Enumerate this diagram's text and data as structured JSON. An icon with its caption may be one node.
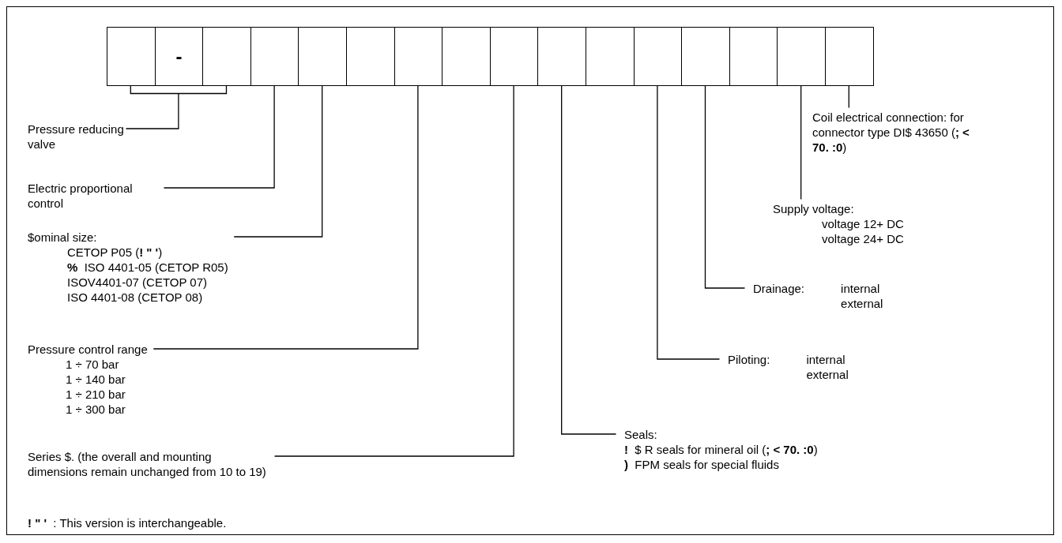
{
  "diagram": {
    "nodes": [
      {
        "text": [],
        "shape": "box"
      },
      {
        "text": [
          "-"
        ]
      },
      {
        "text": [],
        "shape": "box"
      },
      {
        "text": [],
        "shape": "box"
      },
      {
        "text": [],
        "shape": "box"
      },
      {
        "text": [],
        "shape": "box"
      },
      {
        "text": [],
        "shape": "box"
      },
      {
        "text": [],
        "shape": "box"
      },
      {
        "text": [],
        "shape": "box"
      },
      {
        "text": [],
        "shape": "box"
      },
      {
        "text": [],
        "shape": "box"
      },
      {
        "text": [],
        "shape": "box"
      },
      {
        "text": [],
        "shape": "box"
      },
      {
        "text": [],
        "shape": "box"
      },
      {
        "text": [],
        "shape": "box"
      },
      {
        "text": [],
        "shape": "box"
      },
      {
        "text": [
          "Pressure reducing valve"
        ]
      },
      {
        "text": [
          "Electric proportional control"
        ]
      },
      {
        "text": [
          "$ominal size:",
          "CETOP P05 (**! \" '**)",
          "**%**  ISO 4401-05 (CETOP R05)",
          "ISOV4401-07 (CETOP 07)",
          "ISO 4401-08 (CETOP 08)"
        ]
      },
      {
        "text": [
          "Pressure control range",
          "1 ÷ 70 bar",
          "1 ÷ 140 bar",
          "1 ÷ 210 bar",
          "1 ÷ 300 bar"
        ]
      },
      {
        "text": [
          "Series $. (the overall and mounting dimensions remain unchanged from 10 to 19)"
        ]
      },
      {
        "text": [
          "Coil electrical connection: for connector type DI$ 43650 (**; < 70. :0**)"
        ]
      },
      {
        "text": [
          "Supply voltage:",
          "voltage 12+ DC",
          "voltage 24+ DC"
        ]
      },
      {
        "text": [
          "Drainage:",
          "internal",
          "external"
        ]
      },
      {
        "text": [
          "Piloting:",
          "internal",
          "external"
        ]
      },
      {
        "text": [
          "Seals:",
          "**!**  $ R seals for mineral oil (**; < 70. :0**)",
          "**)**  FPM seals for special fluids"
        ]
      }
    ],
    "edges": [
      {
        "from": 16,
        "to": 0,
        "arrow": "none"
      },
      {
        "from": 16,
        "to": 2,
        "arrow": "none"
      },
      {
        "from": 17,
        "to": 3,
        "arrow": "none"
      },
      {
        "from": 18,
        "to": 4,
        "arrow": "none"
      },
      {
        "from": 19,
        "to": 6,
        "arrow": "none"
      },
      {
        "from": 20,
        "to": 8,
        "arrow": "none"
      },
      {
        "from": 21,
        "to": 15,
        "arrow": "none"
      },
      {
        "from": 22,
        "to": 14,
        "arrow": "none"
      },
      {
        "from": 23,
        "to": 12,
        "arrow": "none"
      },
      {
        "from": 24,
        "to": 11,
        "arrow": "none"
      },
      {
        "from": 25,
        "to": 9,
        "arrow": "none"
      }
    ],
    "labels": [
      "**! \" '**  : This version is interchangeable."
    ]
  }
}
